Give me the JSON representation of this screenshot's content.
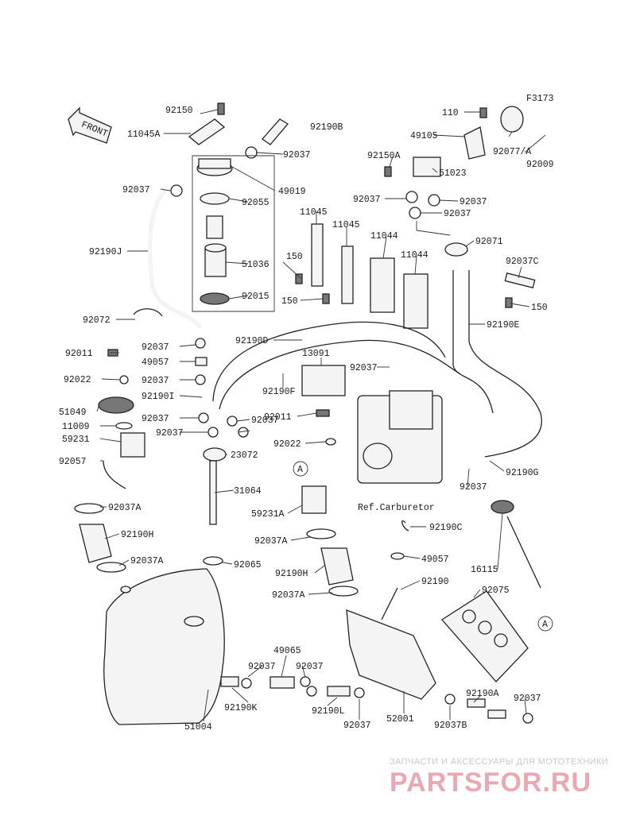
{
  "figure_code": "F3173",
  "front_label": "FRONT",
  "reference_label": "Ref.Carburetor",
  "connector_marker": "A",
  "parts": {
    "p92150": "92150",
    "p11045A": "11045A",
    "p92190B": "92190B",
    "p92037_top": "92037",
    "p49019": "49019",
    "p92055": "92055",
    "p51036": "51036",
    "p92015": "92015",
    "p92037_left": "92037",
    "p92190J": "92190J",
    "p92072": "92072",
    "p11045_a": "11045",
    "p11045_b": "11045",
    "p150_a": "150",
    "p150_b": "150",
    "p11044_a": "11044",
    "p11044_b": "11044",
    "p110": "110",
    "p49105": "49105",
    "p92150A": "92150A",
    "p51023": "51023",
    "p92077A": "92077/A",
    "p92009": "92009",
    "p92037_r1": "92037",
    "p92037_r2": "92037",
    "p92037_r3": "92037",
    "p92071": "92071",
    "p92037C": "92037C",
    "p150_c": "150",
    "p92190E": "92190E",
    "p92190D": "92190D",
    "p92011_a": "92011",
    "p92037_m1": "92037",
    "p49057_a": "49057",
    "p92037_m2": "92037",
    "p92190I": "92190I",
    "p92037_m3": "92037",
    "p92037_m4": "92037",
    "p92037_m5": "92037",
    "p92190F": "92190F",
    "p13091": "13091",
    "p92037_m6": "92037",
    "p92022_a": "92022",
    "p51049": "51049",
    "p11009": "11009",
    "p59231": "59231",
    "p92057": "92057",
    "p92011_b": "92011",
    "p92022_b": "92022",
    "p23072": "23072",
    "p31064": "31064",
    "p59231A": "59231A",
    "p92037_cr": "92037",
    "p92190G": "92190G",
    "p92037A_a": "92037A",
    "p92190H_a": "92190H",
    "p92037A_b": "92037A",
    "p92190C": "92190C",
    "p92037A_c": "92037A",
    "p49057_b": "49057",
    "p16115": "16115",
    "p92065": "92065",
    "p92190H_b": "92190H",
    "p92190": "92190",
    "p92075": "92075",
    "p92037A_d": "92037A",
    "p49065": "49065",
    "p92037_b1": "92037",
    "p92037_b2": "92037",
    "p92190K": "92190K",
    "p92190L": "92190L",
    "p92037_b3": "92037",
    "p51004": "51004",
    "p52001": "52001",
    "p92037B": "92037B",
    "p92190A": "92190A",
    "p92037_b4": "92037"
  },
  "watermark": {
    "tagline": "ЗАПЧАСТИ И АКСЕССУАРЫ ДЛЯ МОТОТЕХНИКИ",
    "brand": "PARTSFOR.RU"
  }
}
